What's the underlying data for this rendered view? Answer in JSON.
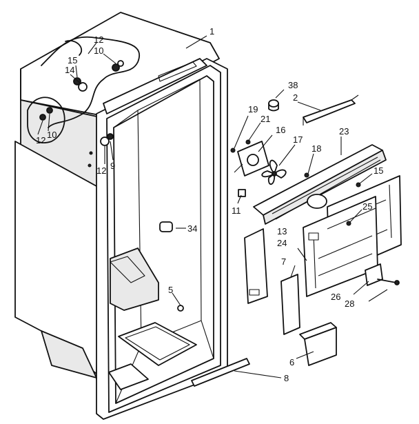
{
  "diagram": {
    "callouts": [
      {
        "id": "c1",
        "text": "1"
      },
      {
        "id": "c12a",
        "text": "12"
      },
      {
        "id": "c10a",
        "text": "10"
      },
      {
        "id": "c15a",
        "text": "15"
      },
      {
        "id": "c14",
        "text": "14"
      },
      {
        "id": "c10b",
        "text": "10"
      },
      {
        "id": "c12b",
        "text": "12"
      },
      {
        "id": "c12c",
        "text": "12"
      },
      {
        "id": "c9",
        "text": "9"
      },
      {
        "id": "c38",
        "text": "38"
      },
      {
        "id": "c2",
        "text": "2"
      },
      {
        "id": "c19",
        "text": "19"
      },
      {
        "id": "c21",
        "text": "21"
      },
      {
        "id": "c16",
        "text": "16"
      },
      {
        "id": "c23",
        "text": "23"
      },
      {
        "id": "c17",
        "text": "17"
      },
      {
        "id": "c18",
        "text": "18"
      },
      {
        "id": "c15b",
        "text": "15"
      },
      {
        "id": "c11",
        "text": "11"
      },
      {
        "id": "c25",
        "text": "25"
      },
      {
        "id": "c34",
        "text": "34"
      },
      {
        "id": "c13",
        "text": "13"
      },
      {
        "id": "c24",
        "text": "24"
      },
      {
        "id": "c7",
        "text": "7"
      },
      {
        "id": "c26",
        "text": "26"
      },
      {
        "id": "c28",
        "text": "28"
      },
      {
        "id": "c5",
        "text": "5"
      },
      {
        "id": "c6",
        "text": "6"
      },
      {
        "id": "c8",
        "text": "8"
      }
    ]
  }
}
